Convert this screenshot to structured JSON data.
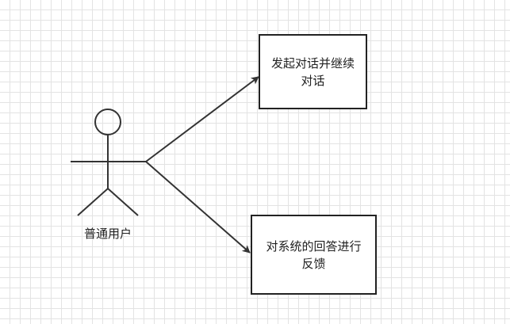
{
  "actor": {
    "label": "普通用户"
  },
  "use_cases": [
    {
      "label": "发起对话并继续对话"
    },
    {
      "label": "对系统的回答进行反馈"
    }
  ],
  "colors": {
    "stroke": "#333333",
    "grid": "#e3e3e3",
    "background": "#ffffff"
  }
}
